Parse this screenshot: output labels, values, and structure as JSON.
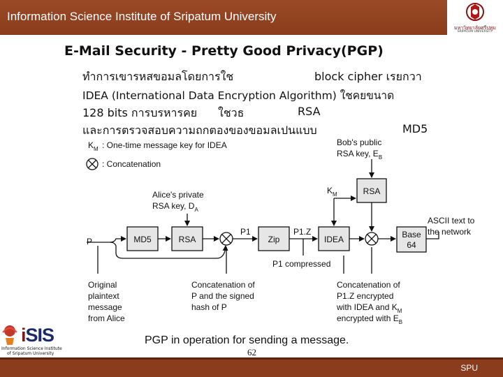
{
  "header": {
    "title": "Information Science Institute of Sripatum University",
    "logo_thai": "มหาวิทยาลัยศรีปทุม",
    "logo_eng": "SRIPATUM UNIVERSITY"
  },
  "slide": {
    "title": "E-Mail Security - Pretty Good Privacy(PGP)",
    "lines": [
      [
        "ทำการเขารหสขอมลโดยการใช",
        "block cipher เรยกวา"
      ],
      [
        "IDEA (International Data Encryption Algorithm) ใชคยขนาด"
      ],
      [
        "128 bits การบรหารคย",
        "ใชวธ",
        "RSA"
      ],
      [
        "และการตรวจสอบความถกตองของขอมลเปนแบบ",
        "MD5"
      ]
    ]
  },
  "diagram": {
    "legend_km_sym": "K",
    "legend_km_sub": "M",
    "legend_km_text": ":  One-time message key for IDEA",
    "legend_concat": ":  Concatenation",
    "bob_key_1": "Bob's public",
    "bob_key_2": "RSA key, E",
    "bob_key_sub": "B",
    "alice_key_1": "Alice's private",
    "alice_key_2": "RSA key, D",
    "alice_key_sub": "A",
    "km_label": "K",
    "km_label_sub": "M",
    "ascii_1": "ASCII text to",
    "ascii_2": "the network",
    "box_md5": "MD5",
    "box_rsa1": "RSA",
    "box_zip": "Zip",
    "box_idea": "IDEA",
    "box_rsa2": "RSA",
    "box_base1": "Base",
    "box_base2": "64",
    "p_label": "P",
    "p1_label": "P1",
    "p1z_label": "P1.Z",
    "p1_compressed": "P1 compressed",
    "orig_lines": [
      "Original",
      "plaintext",
      "message",
      "from Alice"
    ],
    "concat1_lines": [
      "Concatenation of",
      "P and the signed",
      "hash of P"
    ],
    "concat2_lines": [
      "Concatenation of",
      "P1.Z encrypted",
      "with IDEA and K",
      "encrypted with E"
    ],
    "concat2_sub_m": "M",
    "concat2_sub_b": "B"
  },
  "caption": "PGP in operation for sending a message.",
  "page_number": "62",
  "footer": {
    "isis_word": "SIS",
    "isis_i": "i",
    "isis_sub1": "Information Science Institute",
    "isis_sub2": "of Sripatum University",
    "spu": "SPU"
  },
  "colors": {
    "header_bar": "#8a3c1c",
    "box_fill": "#e6e6e6",
    "isis_blue": "#1b2a6a"
  }
}
